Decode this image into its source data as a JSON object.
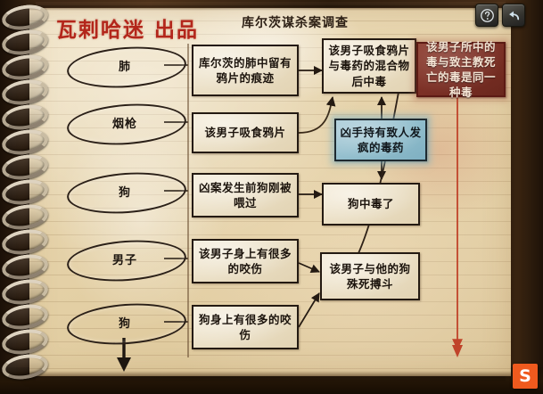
{
  "window": {
    "brand_watermark": "瓦剌哈迷 出品",
    "page_title": "库尔茨谋杀案调查",
    "logo_letter": "S"
  },
  "toolbar": {
    "buttons": [
      {
        "name": "help-button",
        "icon": "question-mark-icon",
        "label": "?"
      },
      {
        "name": "back-button",
        "icon": "back-arrow-icon",
        "label": "↩"
      }
    ]
  },
  "evidence_list": {
    "items": [
      {
        "label": "肺"
      },
      {
        "label": "烟枪"
      },
      {
        "label": "狗"
      },
      {
        "label": "男子"
      },
      {
        "label": "狗"
      }
    ]
  },
  "clue_column": {
    "notes": [
      {
        "text": "库尔茨的肺中留有鸦片的痕迹"
      },
      {
        "text": "该男子吸食鸦片"
      },
      {
        "text": "凶案发生前狗刚被喂过"
      },
      {
        "text": "该男子身上有很多的咬伤"
      },
      {
        "text": "狗身上有很多的咬伤"
      }
    ]
  },
  "deduction_column": {
    "notes": [
      {
        "text": "该男子吸食鸦片与毒药的混合物后中毒",
        "style": "paper"
      },
      {
        "text": "凶手持有致人发疯的毒药",
        "style": "blue"
      },
      {
        "text": "狗中毒了",
        "style": "paper"
      },
      {
        "text": "该男子与他的狗殊死搏斗",
        "style": "paper"
      }
    ]
  },
  "conclusion": {
    "text": "该男子所中的毒与致主教死亡的毒是同一种毒",
    "style": "red"
  },
  "colors": {
    "brand_red": "#b3261b",
    "paper": "#e7d5ae",
    "blue_note": "#8fbccb",
    "red_note": "#7a2f25",
    "ink": "#241a12",
    "accent_arrow_red": "#c0432a",
    "logo_orange": "#ef5a1e"
  }
}
